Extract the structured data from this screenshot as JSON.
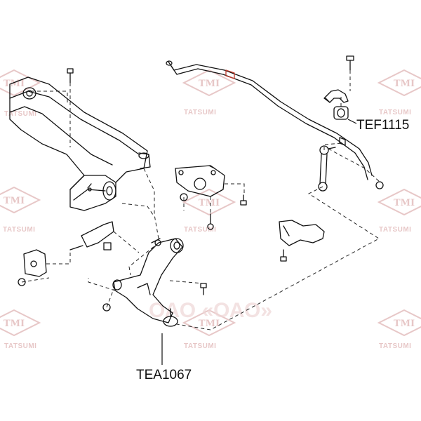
{
  "watermark": {
    "brand": "TMI",
    "name": "TATSUMI",
    "center_text": "ОАО «ОАО»",
    "color": "#d49a9a"
  },
  "callouts": {
    "stabilizer_bushing": "TEF1115",
    "lower_control_arm": "TEA1067"
  },
  "colors": {
    "line": "#111111",
    "bushing_highlight": "#c0392b",
    "dash": "#222222"
  }
}
